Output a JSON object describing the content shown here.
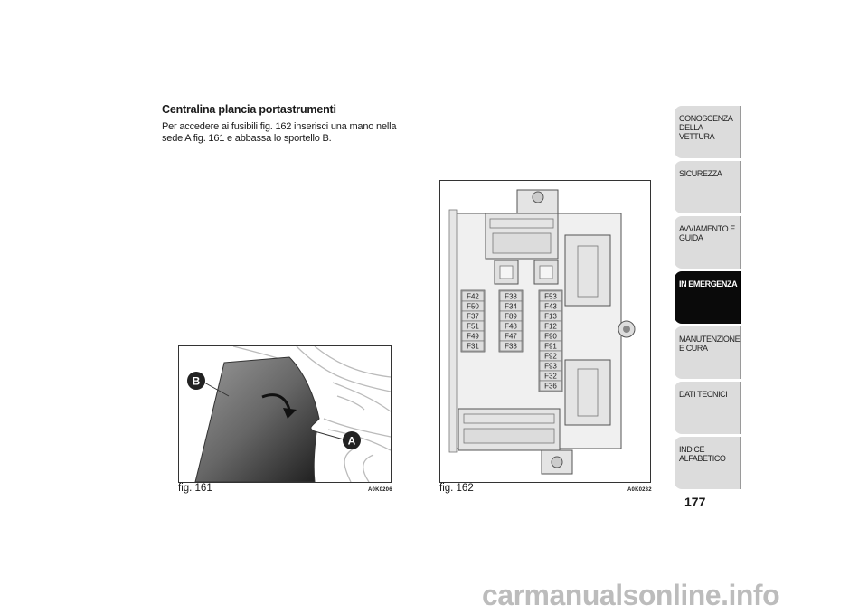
{
  "section_title": "Centralina plancia portastrumenti",
  "body_text": "Per accedere ai fusibili fig. 162 inserisci una mano nella sede A fig. 161 e abbassa lo sportello B.",
  "figures": [
    {
      "caption": "fig. 161",
      "code": "A0K0206",
      "labels": [
        "B",
        "A"
      ]
    },
    {
      "caption": "fig. 162",
      "code": "A0K0232"
    }
  ],
  "fuses": {
    "column1": [
      "F42",
      "F50",
      "F37",
      "F51",
      "F49",
      "F31"
    ],
    "column2": [
      "F38",
      "F34",
      "F89",
      "F48",
      "F47",
      "F33"
    ],
    "column3": [
      "F53",
      "F43",
      "F13",
      "F12",
      "F90",
      "F91",
      "F92",
      "F93",
      "F32",
      "F36"
    ]
  },
  "sidebar_tabs": [
    {
      "label": "CONOSCENZA DELLA VETTURA",
      "active": false
    },
    {
      "label": "SICUREZZA",
      "active": false
    },
    {
      "label": "AVVIAMENTO E GUIDA",
      "active": false
    },
    {
      "label": "IN EMERGENZA",
      "active": true
    },
    {
      "label": "MANUTENZIONE E CURA",
      "active": false
    },
    {
      "label": "DATI TECNICI",
      "active": false
    },
    {
      "label": "INDICE ALFABETICO",
      "active": false
    }
  ],
  "page_number": "177",
  "watermark": "carmanualsonline.info",
  "colors": {
    "active_tab": "#0a0a0a",
    "tab": "#dcdcdc"
  }
}
